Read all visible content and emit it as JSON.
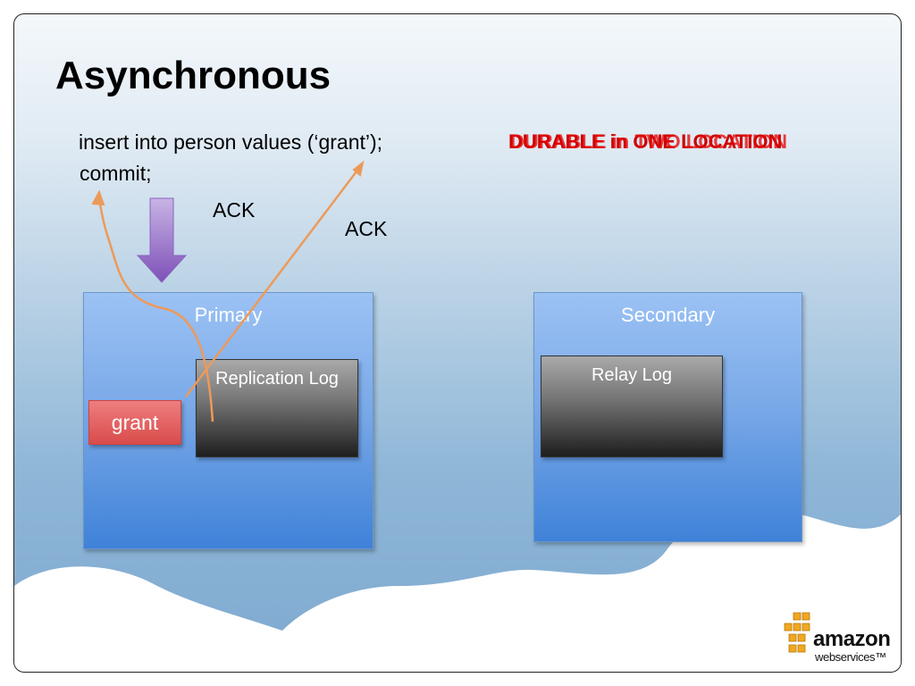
{
  "slide": {
    "title": "Asynchronous",
    "sql_line1": "insert into person values (‘grant’);",
    "sql_line2": "commit;",
    "ack_left": "ACK",
    "ack_right": "ACK",
    "durable_one": "DURABLE in ONE LOCATION",
    "durable_two": "DURABLE in TWO LOCATION"
  },
  "primary": {
    "label": "Primary",
    "log_label": "Replication Log",
    "row_label": "grant"
  },
  "secondary": {
    "label": "Secondary",
    "log_label": "Relay Log"
  },
  "logo": {
    "brand": "amazon",
    "sub": "webservices™"
  },
  "colors": {
    "arrow_orange": "#ec9a5a",
    "arrow_purple": "#9a6fc7",
    "durable_red": "#cc0000",
    "logo_orange": "#f0a820"
  }
}
